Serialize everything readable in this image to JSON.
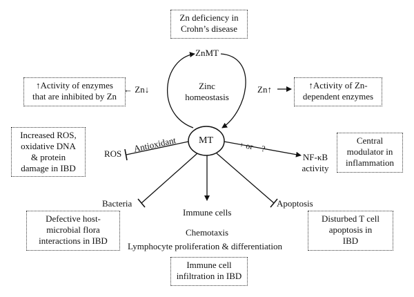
{
  "nodes": {
    "center": "MT",
    "top": "ZnMT",
    "cycle_label": [
      "Zinc",
      "homeostasis"
    ]
  },
  "labels": {
    "zn_low": "← Zn↓",
    "zn_high": "Zn↑",
    "ros": "ROS",
    "antioxidant": "Antioxidant",
    "plus_minus": "+ or − ?",
    "nfkb": [
      "NF-κB",
      "activity"
    ],
    "bacteria": "Bacteria",
    "immune_cells": "Immune cells",
    "apoptosis": "Apoptosis",
    "chemotaxis": "Chemotaxis",
    "lymphocyte": "Lymphocyte proliferation & differentiation"
  },
  "boxes": {
    "zn_deficiency": [
      "Zn deficiency in",
      "Crohn’s disease"
    ],
    "inhibited_enzymes": [
      "↑Activity of enzymes",
      "that are inhibited by Zn"
    ],
    "dependent_enzymes": [
      "↑Activity of Zn-",
      "dependent enzymes"
    ],
    "ros_damage": [
      "Increased ROS,",
      "oxidative DNA",
      "& protein",
      "damage in IBD"
    ],
    "central_modulator": [
      "Central",
      "modulator in",
      "inflammation"
    ],
    "flora": [
      "Defective host-",
      "microbial flora",
      "interactions in IBD"
    ],
    "tcell": [
      "Disturbed T cell",
      "apoptosis in",
      "IBD"
    ],
    "infiltration": [
      "Immune cell",
      "infiltration in IBD"
    ]
  }
}
